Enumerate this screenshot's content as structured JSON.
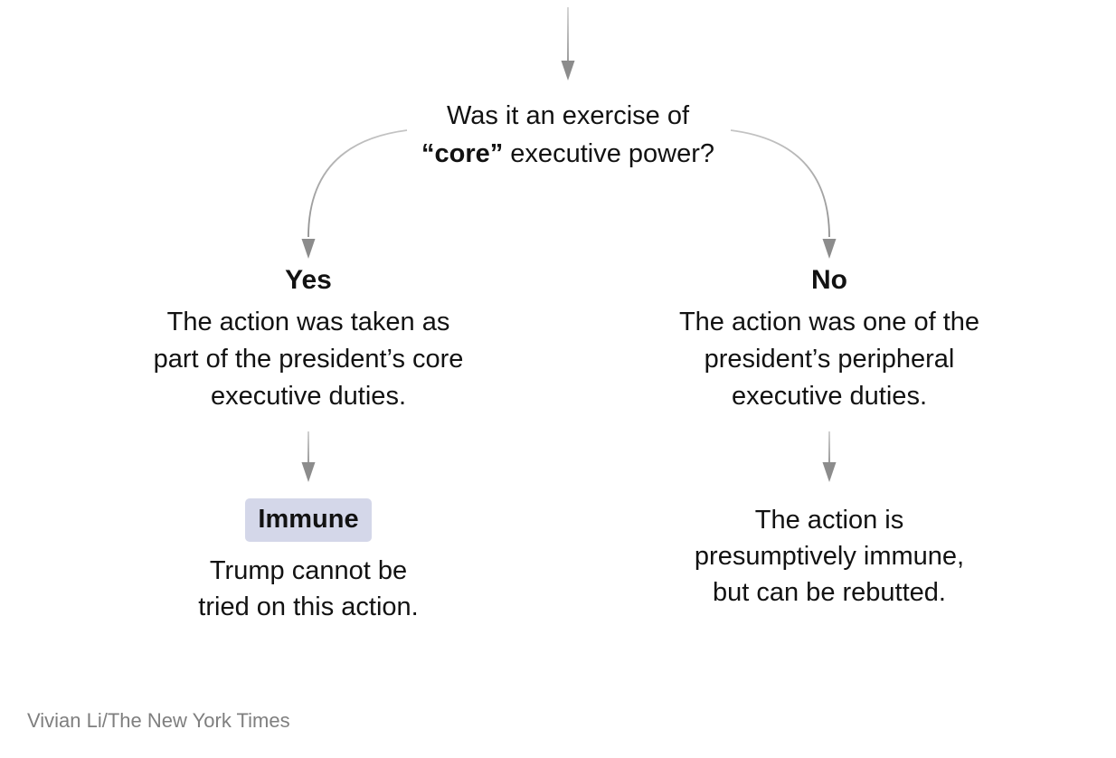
{
  "colors": {
    "background": "#ffffff",
    "text": "#121212",
    "arrow_line": "#9c9c9c",
    "arrow_head": "#8c8c8c",
    "highlight_chip": "#d4d7e9",
    "credit_text": "#7f7f7f"
  },
  "question": {
    "line1": "Was it an exercise of",
    "line2_bold": "“core”",
    "line2_rest": " executive power?"
  },
  "branches": {
    "yes": {
      "label": "Yes",
      "desc_lines": [
        "The action was taken as",
        "part of the president’s core",
        "executive duties."
      ],
      "outcome_label": "Immune",
      "outcome_lines": [
        "Trump cannot be",
        "tried on this action."
      ]
    },
    "no": {
      "label": "No",
      "desc_lines": [
        "The action was one of the",
        "president’s peripheral",
        "executive duties."
      ],
      "outcome_lines": [
        "The action is",
        "presumptively immune,",
        "but can be rebutted."
      ]
    }
  },
  "credit": "Vivian Li/The New York Times"
}
